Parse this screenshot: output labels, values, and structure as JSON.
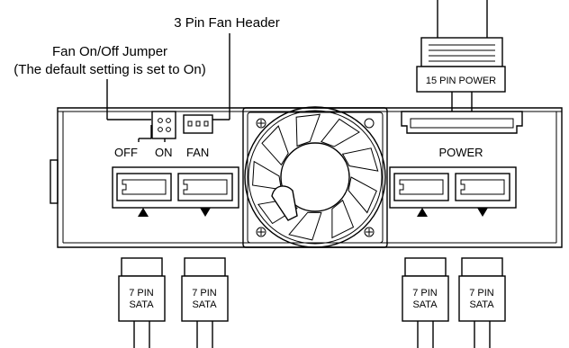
{
  "labels": {
    "fan_header_callout": "3 Pin Fan Header",
    "jumper_callout_line1": "Fan On/Off Jumper",
    "jumper_callout_line2": "(The default setting is set to On)",
    "off": "OFF",
    "on": "ON",
    "fan": "FAN",
    "power": "POWER",
    "power_cable": "15 PIN POWER"
  },
  "sata_cables": [
    {
      "line1": "7 PIN",
      "line2": "SATA"
    },
    {
      "line1": "7 PIN",
      "line2": "SATA"
    },
    {
      "line1": "7 PIN",
      "line2": "SATA"
    },
    {
      "line1": "7 PIN",
      "line2": "SATA"
    }
  ],
  "port_markers": [
    "up-arrow",
    "down-arrow",
    "up-arrow",
    "down-arrow"
  ],
  "colors": {
    "line": "#000000",
    "background": "#ffffff"
  }
}
